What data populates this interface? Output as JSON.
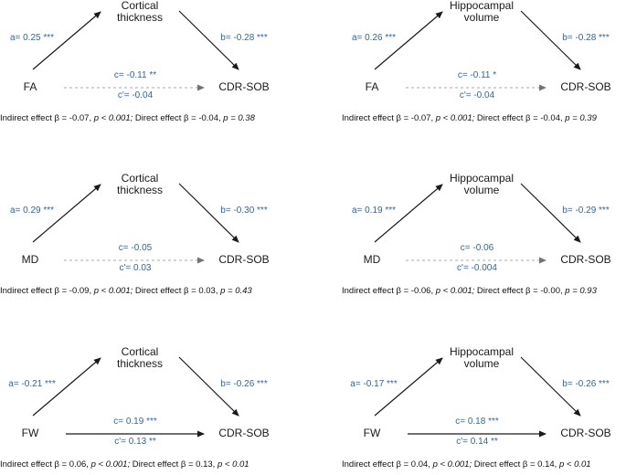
{
  "colors": {
    "coefficient_blue": "#2e66ae",
    "arrow_black": "#1a1a1a",
    "dashed_gray": "#a8a8a8",
    "dashed_arrowhead_gray": "#737373"
  },
  "panels": [
    {
      "predictor": "FA",
      "mediator_line1": "Cortical",
      "mediator_line2": "thickness",
      "outcome": "CDR-SOB",
      "a_label": "a= 0.25 ***",
      "b_label": "b= -0.28 ***",
      "c_label": "c= -0.11 **",
      "c_prime_label": "c'= -0.04",
      "c_path": "dashed",
      "caption": {
        "part1": "Indirect effect β = -0.07, ",
        "p1": "p < 0.001;",
        "part2": " Direct effect β = -0.04, ",
        "p2": "p = 0.38"
      }
    },
    {
      "predictor": "FA",
      "mediator_line1": "Hippocampal",
      "mediator_line2": "volume",
      "outcome": "CDR-SOB",
      "a_label": "a= 0.26 ***",
      "b_label": "b= -0.28 ***",
      "c_label": "c= -0.11 *",
      "c_prime_label": "c'= -0.04",
      "c_path": "dashed",
      "caption": {
        "part1": "Indirect effect β = -0.07, ",
        "p1": "p < 0.001;",
        "part2": " Direct effect β = -0.04, ",
        "p2": "p = 0.39"
      }
    },
    {
      "predictor": "MD",
      "mediator_line1": "Cortical",
      "mediator_line2": "thickness",
      "outcome": "CDR-SOB",
      "a_label": "a= 0.29 ***",
      "b_label": "b= -0.30 ***",
      "c_label": "c= -0.05",
      "c_prime_label": "c'= 0.03",
      "c_path": "dashed",
      "caption": {
        "part1": "Indirect effect β = -0.09, ",
        "p1": "p < 0.001;",
        "part2": " Direct effect β = 0.03, ",
        "p2": "p = 0.43"
      }
    },
    {
      "predictor": "MD",
      "mediator_line1": "Hippocampal",
      "mediator_line2": "volume",
      "outcome": "CDR-SOB",
      "a_label": "a= 0.19 ***",
      "b_label": "b= -0.29 ***",
      "c_label": "c= -0.06",
      "c_prime_label": "c'= -0.004",
      "c_path": "dashed",
      "caption": {
        "part1": "Indirect effect β = -0.06, ",
        "p1": "p < 0.001;",
        "part2": " Direct effect β = -0.00, ",
        "p2": "p = 0.93"
      }
    },
    {
      "predictor": "FW",
      "mediator_line1": "Cortical",
      "mediator_line2": "thickness",
      "outcome": "CDR-SOB",
      "a_label": "a= -0.21 ***",
      "b_label": "b= -0.26 ***",
      "c_label": "c= 0.19 ***",
      "c_prime_label": "c'= 0.13 **",
      "c_path": "solid",
      "caption": {
        "part1": "Indirect effect β = 0.06, ",
        "p1": "p < 0.001;",
        "part2": " Direct effect β = 0.13, ",
        "p2": "p < 0.01"
      }
    },
    {
      "predictor": "FW",
      "mediator_line1": "Hippocampal",
      "mediator_line2": "volume",
      "outcome": "CDR-SOB",
      "a_label": "a= -0.17 ***",
      "b_label": "b= -0.26 ***",
      "c_label": "c= 0.18 ***",
      "c_prime_label": "c'= 0.14 **",
      "c_path": "solid",
      "caption": {
        "part1": "Indirect effect β = 0.04, ",
        "p1": "p < 0.001;",
        "part2": " Direct effect β = 0.14, ",
        "p2": "p < 0.01"
      }
    }
  ]
}
